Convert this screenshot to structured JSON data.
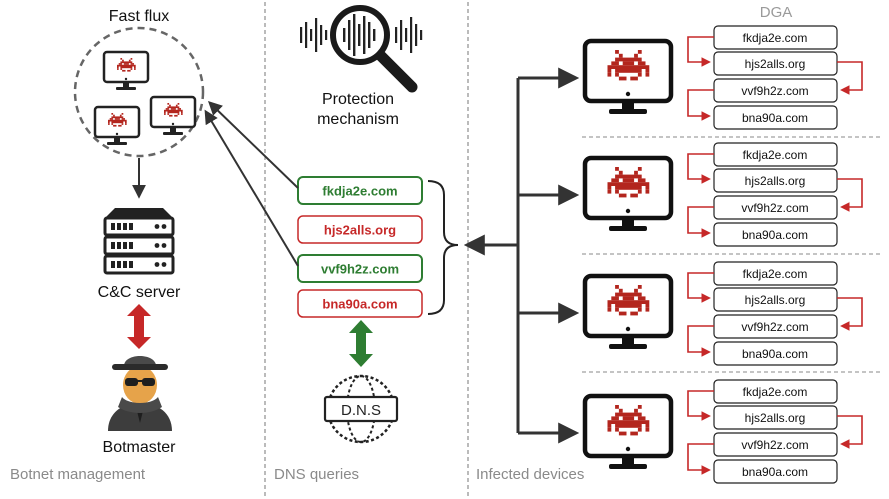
{
  "labels": {
    "fast_flux": "Fast flux",
    "cnc": "C&C server",
    "botmaster": "Botmaster",
    "protection_line1": "Protection",
    "protection_line2": "mechanism",
    "dga": "DGA",
    "dns": "D.N.S"
  },
  "sections": {
    "botnet_management": "Botnet management",
    "dns_queries": "DNS queries",
    "infected_devices": "Infected devices"
  },
  "dns_queries": [
    {
      "domain": "fkdja2e.com",
      "status": "allowed"
    },
    {
      "domain": "hjs2alls.org",
      "status": "blocked"
    },
    {
      "domain": "vvf9h2z.com",
      "status": "allowed"
    },
    {
      "domain": "bna90a.com",
      "status": "blocked"
    }
  ],
  "dga_domains": [
    "fkdja2e.com",
    "hjs2alls.org",
    "vvf9h2z.com",
    "bna90a.com"
  ],
  "colors": {
    "allowed": "#2e7d32",
    "blocked": "#c62828",
    "line": "#333333",
    "section_label": "#8a8a8a",
    "dga_label": "#9a9a9a",
    "invader": "#b3261e"
  },
  "icons": {
    "fast_flux": "monitor-cluster-icon",
    "cnc": "server-rack-icon",
    "botmaster": "hacker-icon",
    "protection": "magnifier-waveform-icon",
    "dns": "dns-globe-icon",
    "device": "infected-monitor-icon"
  }
}
